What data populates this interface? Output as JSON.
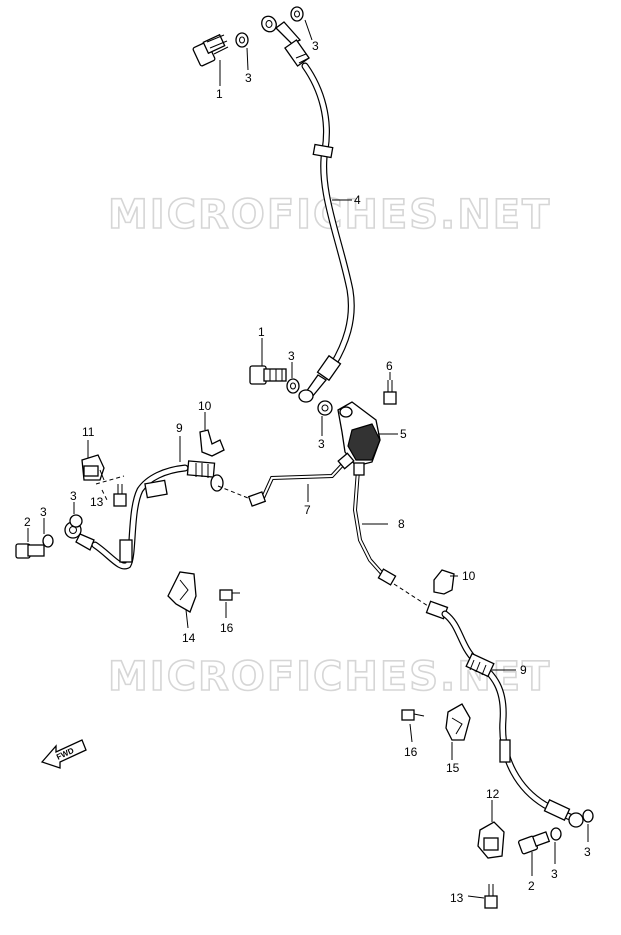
{
  "watermarks": [
    "MICROFICHES.NET",
    "MICROFICHES.NET"
  ],
  "fwd_label": "FWD",
  "callouts": {
    "c1a": "1",
    "c3a": "3",
    "c3b": "3",
    "c4": "4",
    "c1b": "1",
    "c3c": "3",
    "c3d": "3",
    "c6": "6",
    "c5": "5",
    "c10a": "10",
    "c9a": "9",
    "c11a": "11",
    "c13a": "13",
    "c3e": "3",
    "c3f": "3",
    "c2a": "2",
    "c7": "7",
    "c8": "8",
    "c14": "14",
    "c16a": "16",
    "c10b": "10",
    "c9b": "9",
    "c16b": "16",
    "c15": "15",
    "c12": "12",
    "c3g": "3",
    "c3h": "3",
    "c2b": "2",
    "c13b": "13"
  }
}
